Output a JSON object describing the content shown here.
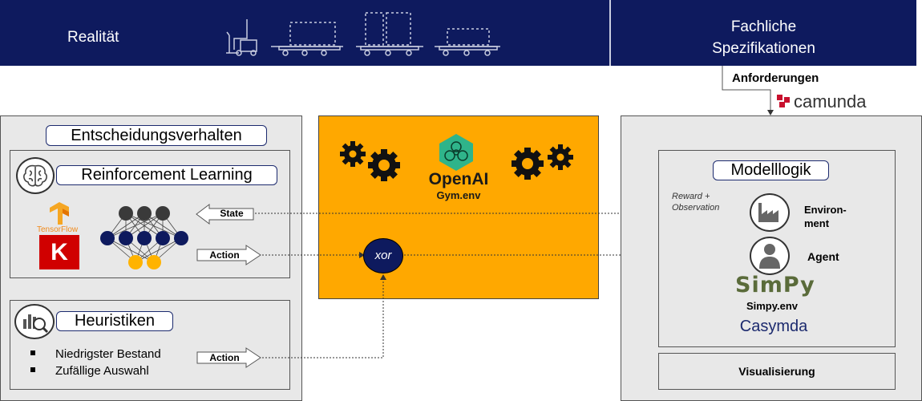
{
  "banner": {
    "left_label": "Realität",
    "right_label_line1": "Fachliche",
    "right_label_line2": "Spezifikationen",
    "icons": [
      "forklift-icon",
      "conveyor-icon",
      "conveyor-icon",
      "conveyor-icon"
    ]
  },
  "requirements": {
    "label": "Anforderungen",
    "camunda": "camunda"
  },
  "left_panel": {
    "title": "Entscheidungsverhalten",
    "rl": {
      "title": "Reinforcement Learning",
      "tensorflow": "TensorFlow",
      "keras": "K",
      "state_label": "State",
      "action_label": "Action"
    },
    "heuristics": {
      "title": "Heuristiken",
      "items": [
        "Niedrigster Bestand",
        "Zufällige Auswahl"
      ],
      "action_label": "Action"
    }
  },
  "center": {
    "openai": "OpenAI",
    "gym": "Gym.env",
    "xor": "xor"
  },
  "right_panel": {
    "title": "Modelllogik",
    "reward_line1": "Reward +",
    "reward_line2": "Observation",
    "environment_line1": "Environ-",
    "environment_line2": "ment",
    "agent": "Agent",
    "simpy_logo": "SimPy",
    "simpy_env": "Simpy.env",
    "casymda": "Casymda",
    "visualisierung": "Visualisierung"
  },
  "colors": {
    "navy": "#0e1a5e",
    "orange": "#ffa800",
    "grey_panel": "#e8e8e8",
    "node_yellow": "#ffb300"
  }
}
